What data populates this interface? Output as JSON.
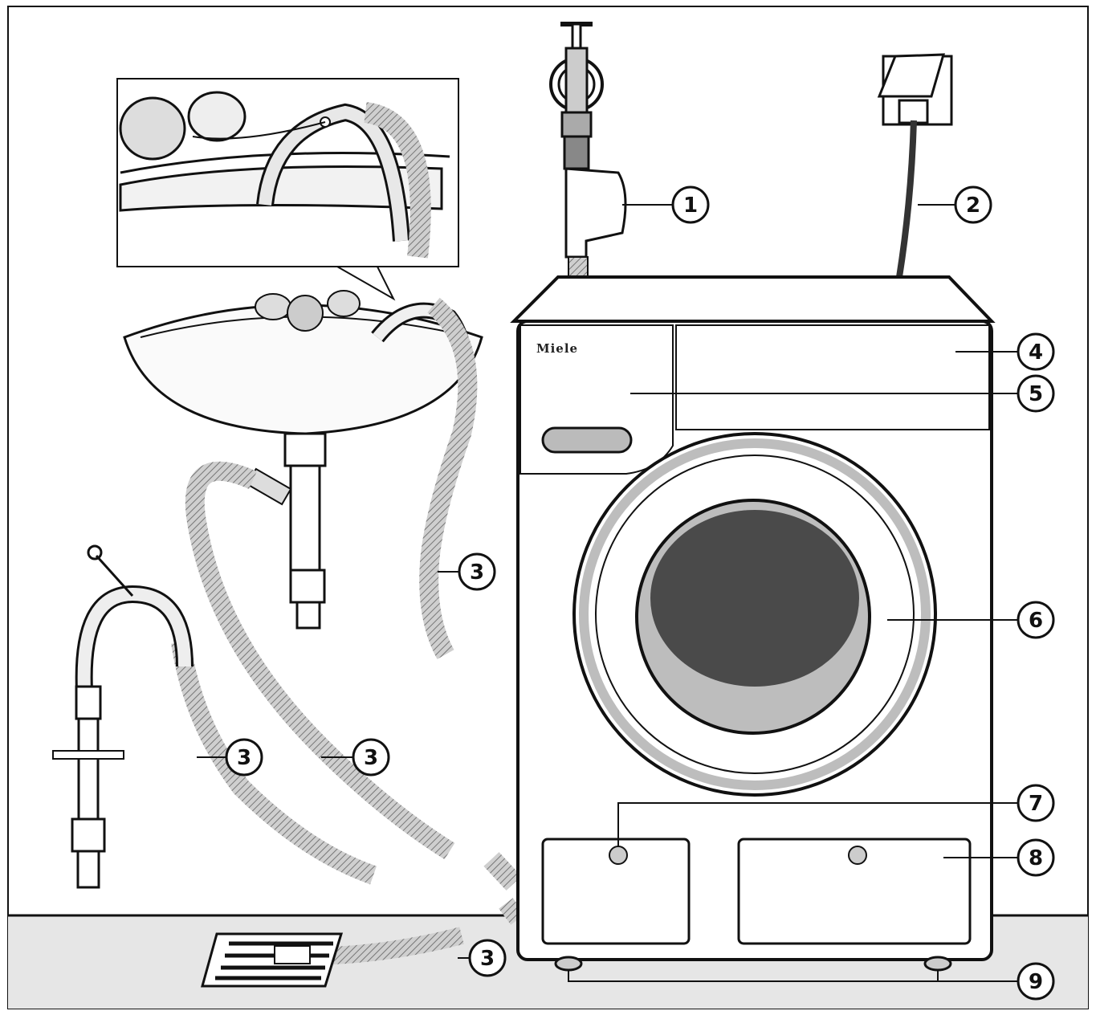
{
  "brand": "Miele",
  "callouts": [
    {
      "id": "c1",
      "label": "1"
    },
    {
      "id": "c2",
      "label": "2"
    },
    {
      "id": "c3a",
      "label": "3"
    },
    {
      "id": "c3b",
      "label": "3"
    },
    {
      "id": "c3c",
      "label": "3"
    },
    {
      "id": "c3d",
      "label": "3"
    },
    {
      "id": "c4",
      "label": "4"
    },
    {
      "id": "c5",
      "label": "5"
    },
    {
      "id": "c6",
      "label": "6"
    },
    {
      "id": "c7",
      "label": "7"
    },
    {
      "id": "c8",
      "label": "8"
    },
    {
      "id": "c9",
      "label": "9"
    }
  ],
  "colors": {
    "wall": "#ffffff",
    "floor": "#e6e6e6",
    "outline": "#111111",
    "hose": "#9a9a9a",
    "door_glass": "#4a4a4a",
    "door_ring": "#bdbdbd"
  }
}
